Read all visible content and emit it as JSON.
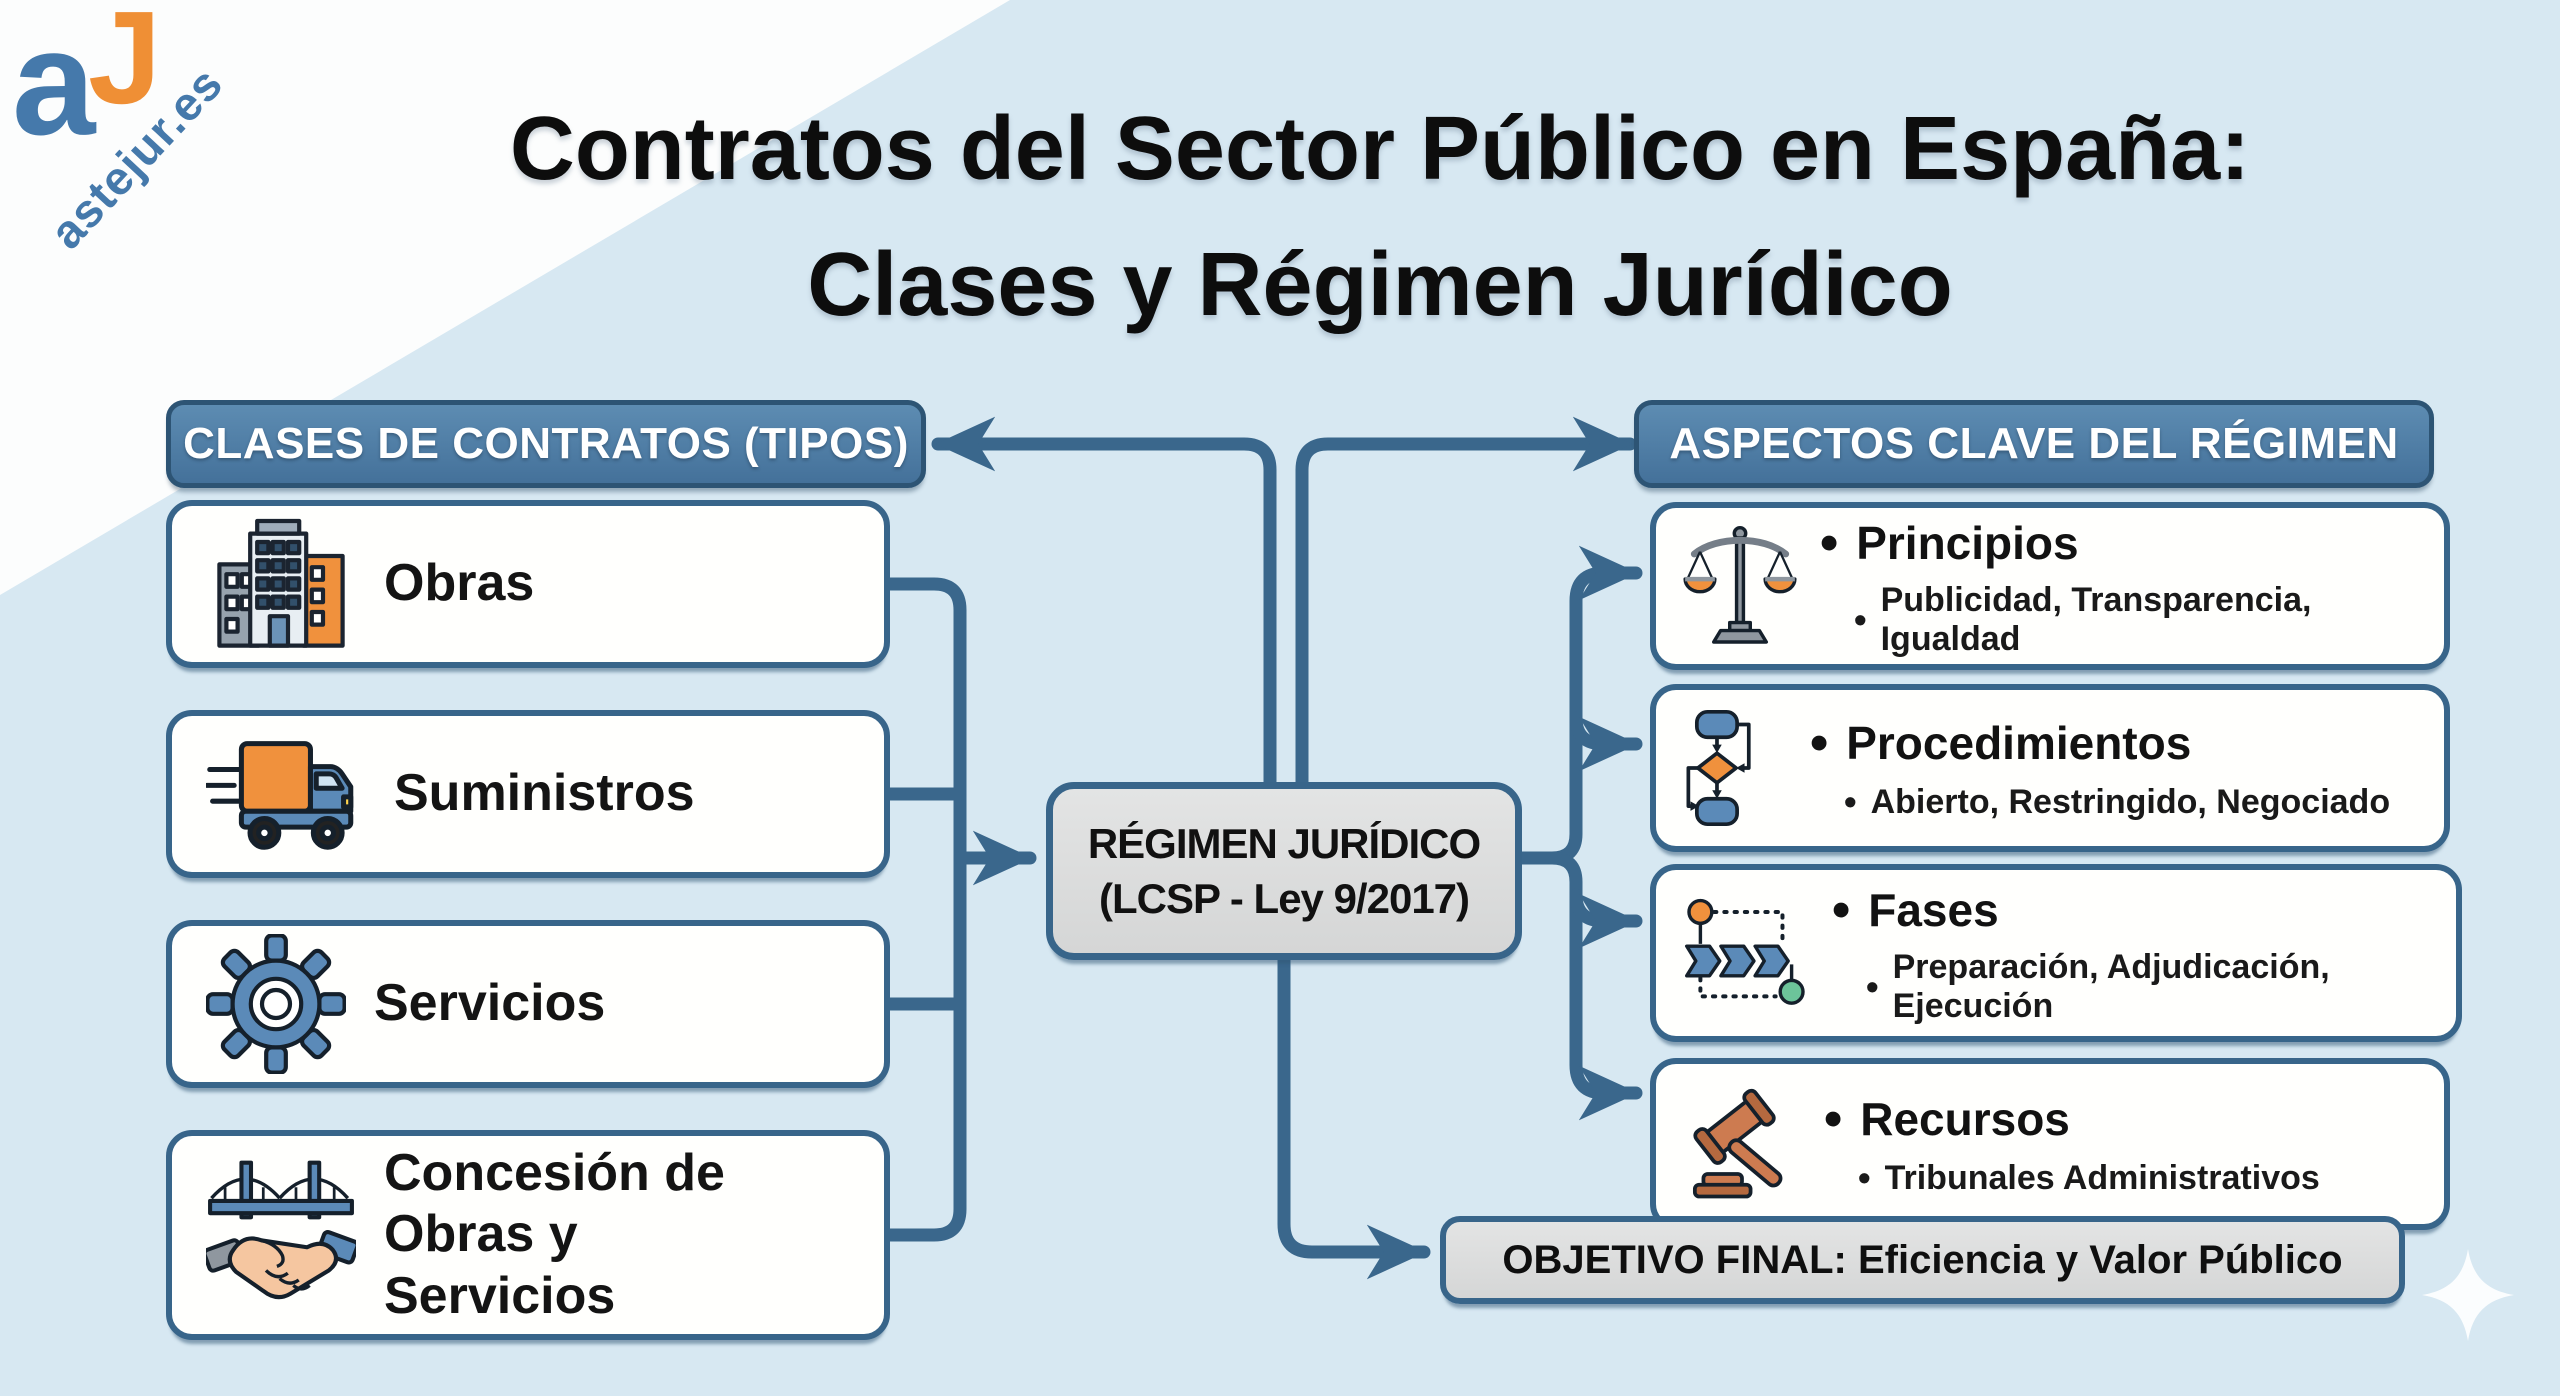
{
  "logo": {
    "mark": "a",
    "mark_accent": "J",
    "site": "astejur.es"
  },
  "title": {
    "line1": "Contratos del Sector Público en España:",
    "line2": "Clases y Régimen Jurídico"
  },
  "left_column": {
    "header": "CLASES DE CONTRATOS (TIPOS)",
    "items": [
      {
        "label": "Obras",
        "icon": "building-icon"
      },
      {
        "label": "Suministros",
        "icon": "truck-icon"
      },
      {
        "label": "Servicios",
        "icon": "gear-icon"
      },
      {
        "label": "Concesión de Obras y Servicios",
        "icon": "bridge-handshake-icon"
      }
    ]
  },
  "center": {
    "node_line1": "RÉGIMEN JURÍDICO",
    "node_line2": "(LCSP - Ley 9/2017)"
  },
  "right_column": {
    "header": "ASPECTOS CLAVE DEL RÉGIMEN",
    "items": [
      {
        "label": "Principios",
        "details": "Publicidad, Transparencia, Igualdad",
        "icon": "scales-icon"
      },
      {
        "label": "Procedimientos",
        "details": "Abierto, Restringido, Negociado",
        "icon": "flowchart-icon"
      },
      {
        "label": "Fases",
        "details": "Preparación, Adjudicación, Ejecución",
        "icon": "timeline-icon"
      },
      {
        "label": "Recursos",
        "details": "Tribunales Administrativos",
        "icon": "gavel-icon"
      }
    ]
  },
  "footer": {
    "objective": "OBJETIVO FINAL: Eficiencia y Valor Público"
  },
  "colors": {
    "background": "#d7e8f2",
    "connector": "#3a678c",
    "box_border": "#38658a",
    "pill_fill": "#4a7aa4",
    "node_gray": "#dcdddd",
    "icon_blue": "#5b8ab8",
    "icon_orange": "#f0913d",
    "logo_blue": "#4579ab",
    "logo_orange": "#ef8f35"
  }
}
